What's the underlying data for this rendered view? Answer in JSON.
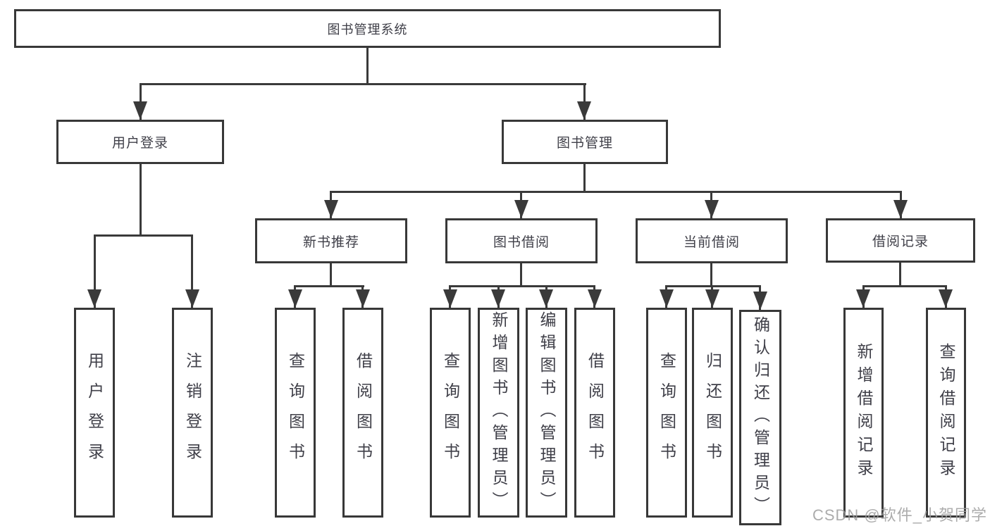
{
  "diagram": {
    "root": {
      "label": "图书管理系统"
    },
    "user_login": {
      "label": "用户登录",
      "children": [
        {
          "label": "用户登录"
        },
        {
          "label": "注销登录"
        }
      ]
    },
    "book_mgmt": {
      "label": "图书管理",
      "sections": [
        {
          "label": "新书推荐",
          "children": [
            {
              "label": "查询图书"
            },
            {
              "label": "借阅图书"
            }
          ]
        },
        {
          "label": "图书借阅",
          "children": [
            {
              "label": "查询图书"
            },
            {
              "label": "新增图书（管理员）"
            },
            {
              "label": "编辑图书（管理员）"
            },
            {
              "label": "借阅图书"
            }
          ]
        },
        {
          "label": "当前借阅",
          "children": [
            {
              "label": "查询图书"
            },
            {
              "label": "归还图书"
            },
            {
              "label": "确认归还（管理员）"
            }
          ]
        },
        {
          "label": "借阅记录",
          "children": [
            {
              "label": "新增借阅记录"
            },
            {
              "label": "查询借阅记录"
            }
          ]
        }
      ]
    }
  },
  "watermark": {
    "text": "CSDN @软件_小贺同学"
  }
}
